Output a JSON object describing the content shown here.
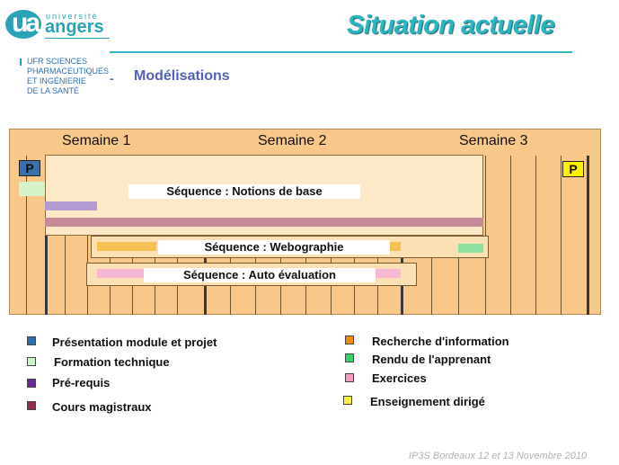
{
  "header": {
    "logo_mark": "ua",
    "university_small": "université",
    "university_name": "angers",
    "title": "Situation actuelle",
    "ufr_lines": [
      "UFR SCIENCES",
      "PHARMACEUTIQUES",
      "ET INGÉNIERIE",
      "DE LA SANTÉ"
    ],
    "dash": "-",
    "subtitle": "Modélisations"
  },
  "chart": {
    "weeks": [
      "Semaine 1",
      "Semaine 2",
      "Semaine 3"
    ],
    "p_start": "P",
    "p_end": "P",
    "sequences": [
      "Séquence : Notions de base",
      "Séquence : Webographie",
      "Séquence : Auto évaluation"
    ],
    "colors": {
      "background": "#f8c88a",
      "presentation": "#3a6fa8",
      "formation_technique": "#d6f2c8",
      "prerequis": "#b39ad0",
      "cours_magistraux": "#c48a98",
      "recherche_information": "#f6c055",
      "rendu_apprenant": "#8ee0a0",
      "exercices": "#f7b8d4",
      "enseignement_dirige": "#fff000"
    }
  },
  "legend": {
    "left": [
      {
        "label": "Présentation module et projet",
        "color": "#2e6eb0"
      },
      {
        "label": "Formation technique",
        "color": "#ccf2c8"
      },
      {
        "label": "Pré-requis",
        "color": "#6a2a98"
      },
      {
        "label": "Cours magistraux",
        "color": "#962a4a"
      }
    ],
    "right": [
      {
        "label": "Recherche d'information",
        "color": "#f08a10"
      },
      {
        "label": "Rendu de l'apprenant",
        "color": "#3ad070"
      },
      {
        "label": "Exercices",
        "color": "#f49ac0"
      },
      {
        "label": "Enseignement dirigé",
        "color": "#fff040"
      }
    ]
  },
  "footer": "IP3S Bordeaux 12 et 13 Novembre 2010"
}
